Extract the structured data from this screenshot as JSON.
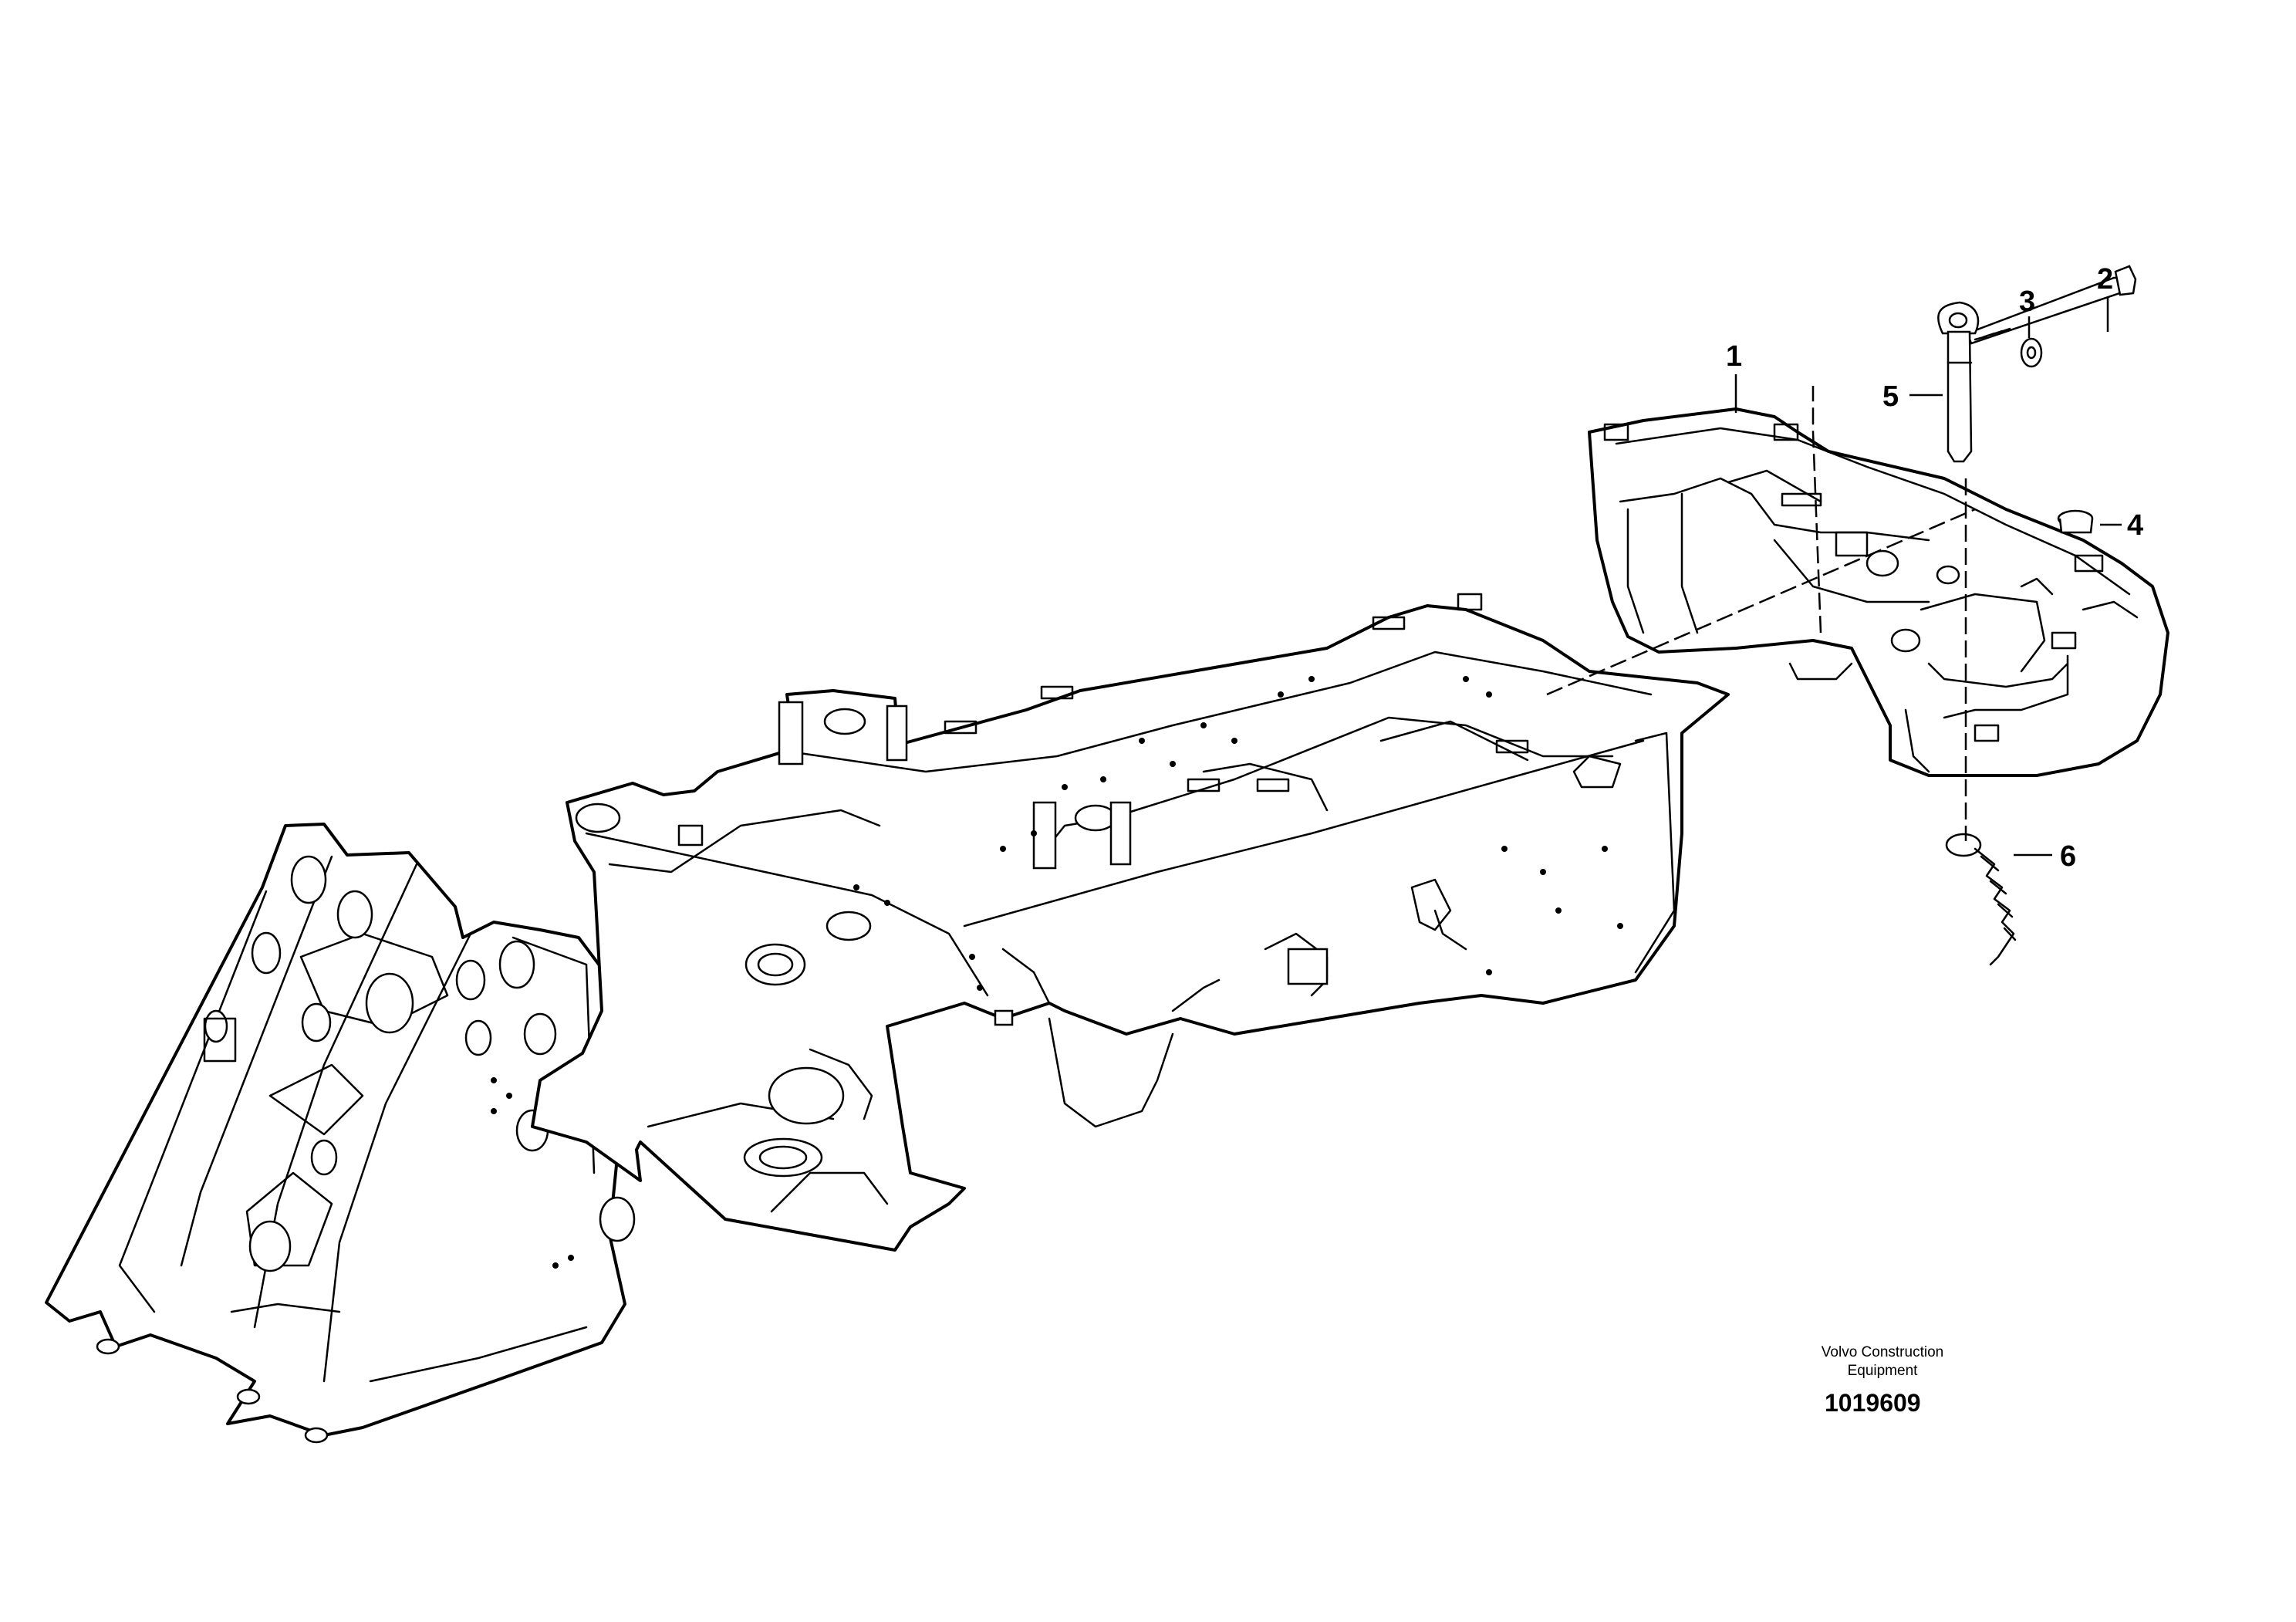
{
  "diagram": {
    "callouts": [
      {
        "id": "1",
        "label": "1"
      },
      {
        "id": "2",
        "label": "2"
      },
      {
        "id": "3",
        "label": "3"
      },
      {
        "id": "4",
        "label": "4"
      },
      {
        "id": "5",
        "label": "5"
      },
      {
        "id": "6",
        "label": "6"
      }
    ],
    "parts": [
      "front-frame-icon",
      "rear-frame-icon",
      "counterweight-icon",
      "bolt-icon",
      "washer-icon",
      "plug-icon",
      "lock-pin-icon",
      "lanyard-icon"
    ]
  },
  "footer": {
    "company_line1": "Volvo Construction",
    "company_line2": "Equipment",
    "drawing_number": "1019609"
  }
}
